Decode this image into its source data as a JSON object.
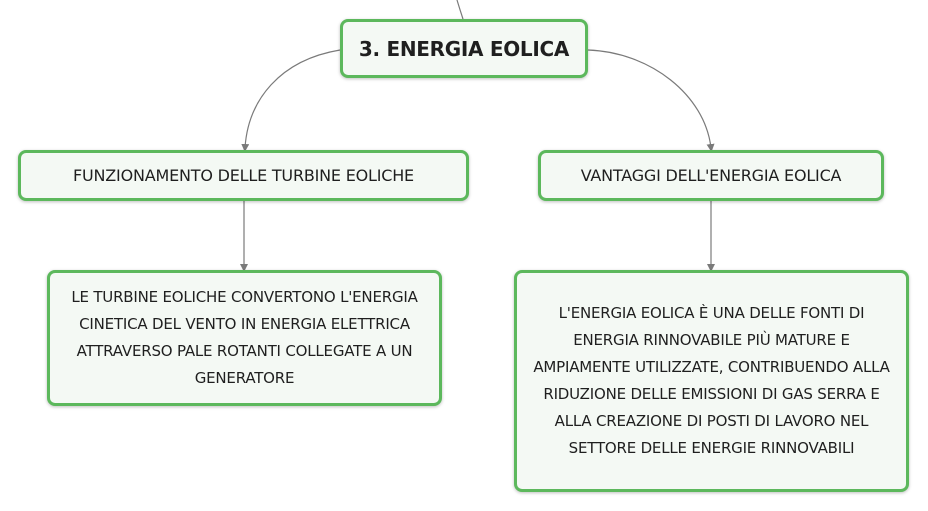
{
  "root": {
    "title": "3. ENERGIA EOLICA"
  },
  "branches": [
    {
      "topic": "FUNZIONAMENTO DELLE TURBINE EOLICHE",
      "detail": "LE TURBINE EOLICHE CONVERTONO L'ENERGIA CINETICA DEL VENTO IN ENERGIA ELETTRICA ATTRAVERSO PALE ROTANTI COLLEGATE A UN GENERATORE"
    },
    {
      "topic": "VANTAGGI DELL'ENERGIA EOLICA",
      "detail": "L'ENERGIA EOLICA È UNA DELLE FONTI DI ENERGIA RINNOVABILE PIÙ MATURE E AMPIAMENTE UTILIZZATE, CONTRIBUENDO ALLA RIDUZIONE DELLE EMISSIONI DI GAS SERRA E ALLA CREAZIONE DI POSTI DI LAVORO NEL SETTORE DELLE ENERGIE RINNOVABILI"
    }
  ],
  "colors": {
    "node_border": "#5cb85c",
    "node_fill": "#f4f9f4",
    "connector": "#7a7a7a"
  }
}
